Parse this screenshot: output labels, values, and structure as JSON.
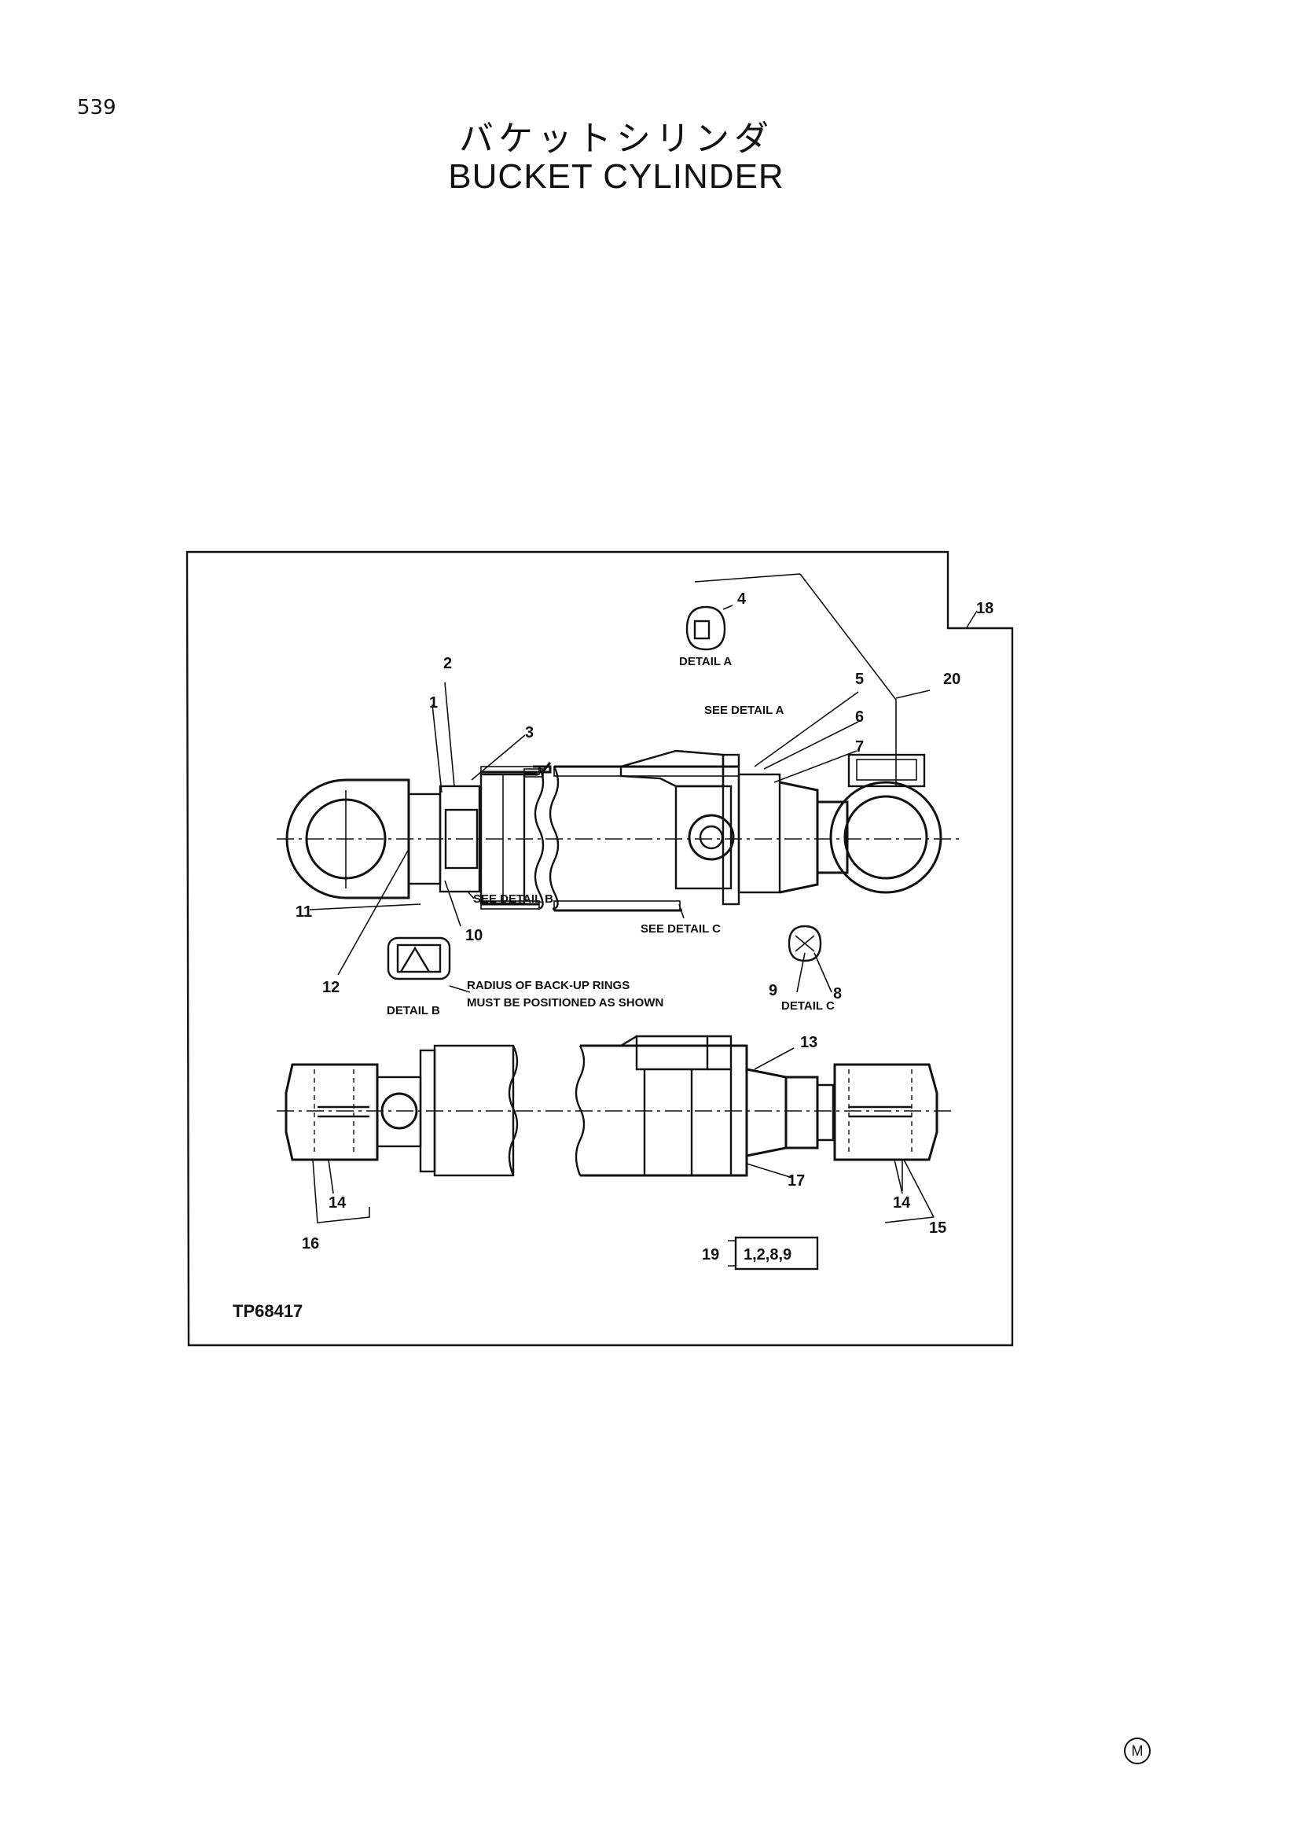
{
  "page_number": "539",
  "title_jp": "バケットシリンダ",
  "title_en": "BUCKET  CYLINDER",
  "drawing_id": "TP68417",
  "callouts": {
    "c1": "1",
    "c2": "2",
    "c3": "3",
    "c4": "4",
    "c5": "5",
    "c6": "6",
    "c7": "7",
    "c8": "8",
    "c9": "9",
    "c10": "10",
    "c11": "11",
    "c12": "12",
    "c13": "13",
    "c14a": "14",
    "c14b": "14",
    "c15": "15",
    "c16": "16",
    "c17": "17",
    "c18": "18",
    "c19": "19",
    "c20": "20"
  },
  "kit_contents": "1,2,8,9",
  "notes": {
    "detail_a": "DETAIL A",
    "detail_b": "DETAIL B",
    "detail_c": "DETAIL C",
    "see_detail_a": "SEE DETAIL A",
    "see_detail_b": "SEE DETAIL B",
    "see_detail_c": "SEE DETAIL C",
    "radius_line1": "RADIUS OF BACK-UP RINGS",
    "radius_line2": "MUST BE POSITIONED AS SHOWN"
  },
  "manufacturer_mark": "M"
}
